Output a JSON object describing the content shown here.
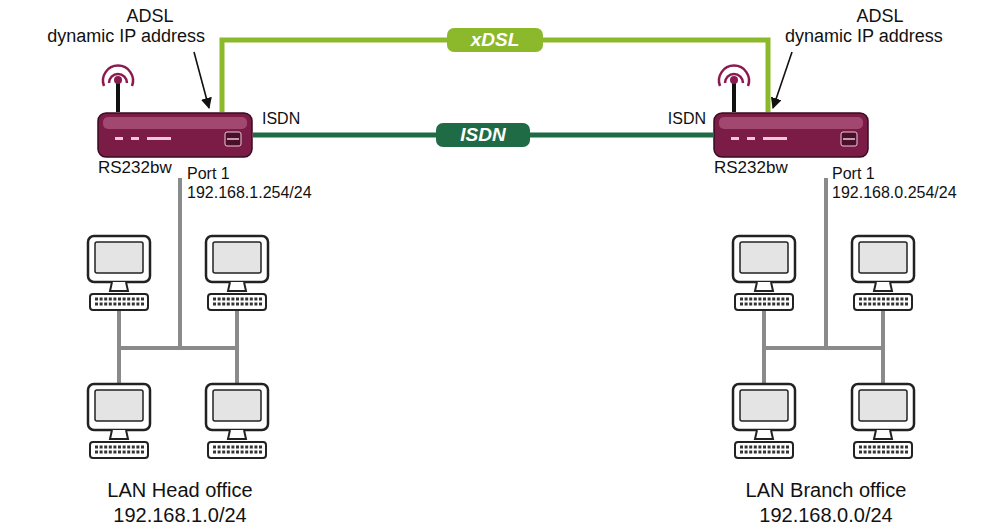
{
  "diagram": {
    "nodes": [
      {
        "text": [
          "RS232bw"
        ]
      },
      {
        "text": [
          "RS232bw"
        ]
      },
      {
        "text": [
          "LAN Head office",
          "192.168.1.0/24"
        ]
      },
      {
        "text": [
          "LAN Branch office",
          "192.168.0.0/24"
        ]
      }
    ],
    "edges": [
      {
        "from": 0,
        "to": 1,
        "label": "xDSL",
        "arrow": "none"
      },
      {
        "from": 0,
        "to": 1,
        "label": "ISDN",
        "arrow": "none"
      },
      {
        "from": 0,
        "to": 2,
        "arrow": "none"
      },
      {
        "from": 1,
        "to": 3,
        "arrow": "none"
      }
    ],
    "labels": [
      "ADSL",
      "dynamic IP address",
      "ADSL",
      "dynamic IP address",
      "ISDN",
      "ISDN",
      "Port 1",
      "192.168.1.254/24",
      "Port 1",
      "192.168.0.254/24"
    ]
  }
}
